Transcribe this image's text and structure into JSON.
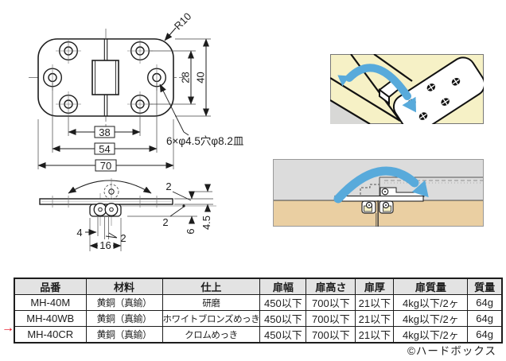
{
  "drawing": {
    "radius_label": "R10",
    "dim_hole_span_v": "28",
    "dim_height": "40",
    "dim_hole_span_inner": "38",
    "dim_hole_span_outer": "54",
    "dim_width": "70",
    "hole_note": "6×φ4.5穴φ8.2皿",
    "side": {
      "dim_thickness_top": "2",
      "dim_offset_mid": "2",
      "dim_4": "4",
      "dim_2_bottom": "2",
      "dim_16": "16",
      "dim_6": "6",
      "dim_4_5": "4.5"
    }
  },
  "table": {
    "headers": [
      "品番",
      "材料",
      "仕上",
      "扉幅",
      "扉高さ",
      "扉厚",
      "扉質量",
      "質量"
    ],
    "rows": [
      [
        "MH-40M",
        "黄銅（真鍮）",
        "研磨",
        "450以下",
        "700以下",
        "21以下",
        "4kg以下/2ヶ",
        "64g"
      ],
      [
        "MH-40WB",
        "黄銅（真鍮）",
        "ホワイトブロンズめっき",
        "450以下",
        "700以下",
        "21以下",
        "4kg以下/2ヶ",
        "64g"
      ],
      [
        "MH-40CR",
        "黄銅（真鍮）",
        "クロムめっき",
        "450以下",
        "700以下",
        "21以下",
        "4kg以下/2ヶ",
        "64g"
      ]
    ],
    "highlight_arrow": "→",
    "highlighted_row": "MH-40CR"
  },
  "footer": {
    "copyright": "©ハードボックス"
  },
  "colors": {
    "accent_blue": "#58aadb",
    "wood_cream": "#f6f1c6",
    "wood_tan": "#eacfa2",
    "panel_gray": "#dcdcdc",
    "gray_corner": "#d8d8d6",
    "table_header_gray": "#e3e3e3",
    "highlight_red": "#e60012",
    "line_black": "#1d1d1d"
  }
}
